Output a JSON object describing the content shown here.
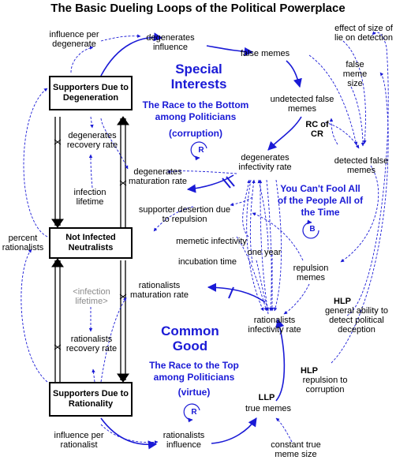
{
  "title": "The Basic Dueling Loops of the Political Powerplace",
  "stocks": {
    "degeneration": "Supporters Due to Degeneration",
    "neutralists": "Not Infected Neutralists",
    "rationality": "Supporters Due to Rationality"
  },
  "variables": {
    "influence_per_degenerate": "influence per degenerate",
    "degenerates_influence": "degenerates influence",
    "false_memes": "false memes",
    "effect_of_size_of_lie": "effect of size of lie on detection",
    "false_meme_size": "false meme size",
    "undetected_false_memes": "undetected false memes",
    "detected_false_memes": "detected false memes",
    "degenerates_infectivity_rate": "degenerates infectivity rate",
    "degenerates_recovery_rate": "degenerates recovery rate",
    "degenerates_maturation_rate": "degenerates maturation rate",
    "infection_lifetime": "infection lifetime",
    "supporter_desertion": "supporter desertion due to repulsion",
    "percent_rationalists": "percent rationalists",
    "memetic_infectivity": "memetic infectivity",
    "one_year": "one year",
    "incubation_time": "incubation time",
    "repulsion_memes": "repulsion memes",
    "infection_lifetime_shadow": "<infection lifetime>",
    "rationalists_maturation_rate": "rationalists maturation rate",
    "rationalists_recovery_rate": "rationalists recovery rate",
    "rationalists_infectivity_rate": "rationalists infectivity rate",
    "hlp_detect_label": "HLP",
    "hlp_detect": "general ability to detect political deception",
    "hlp_repulsion_label": "HLP",
    "hlp_repulsion": "repulsion to corruption",
    "llp_label": "LLP",
    "true_memes": "true memes",
    "influence_per_rationalist": "influence per rationalist",
    "rationalists_influence": "rationalists influence",
    "constant_true_meme_size": "constant true meme size",
    "rc_of_cr": "RC of CR"
  },
  "loops": {
    "special_interests": "Special Interests",
    "race_bottom": "The Race to the Bottom among Politicians",
    "corruption": "(corruption)",
    "cant_fool": "You Can't Fool All of the People All of the Time",
    "common_good": "Common Good",
    "race_top": "The Race to the Top among Politicians",
    "virtue": "(virtue)",
    "marker_r1": "R",
    "marker_b": "B",
    "marker_r2": "R"
  },
  "colors": {
    "loop_text": "#1a1ad6",
    "arrow_solid": "#1a1ad6",
    "arrow_dashed": "#1a1ad6",
    "shadow_variable": "#8a8a8a"
  }
}
